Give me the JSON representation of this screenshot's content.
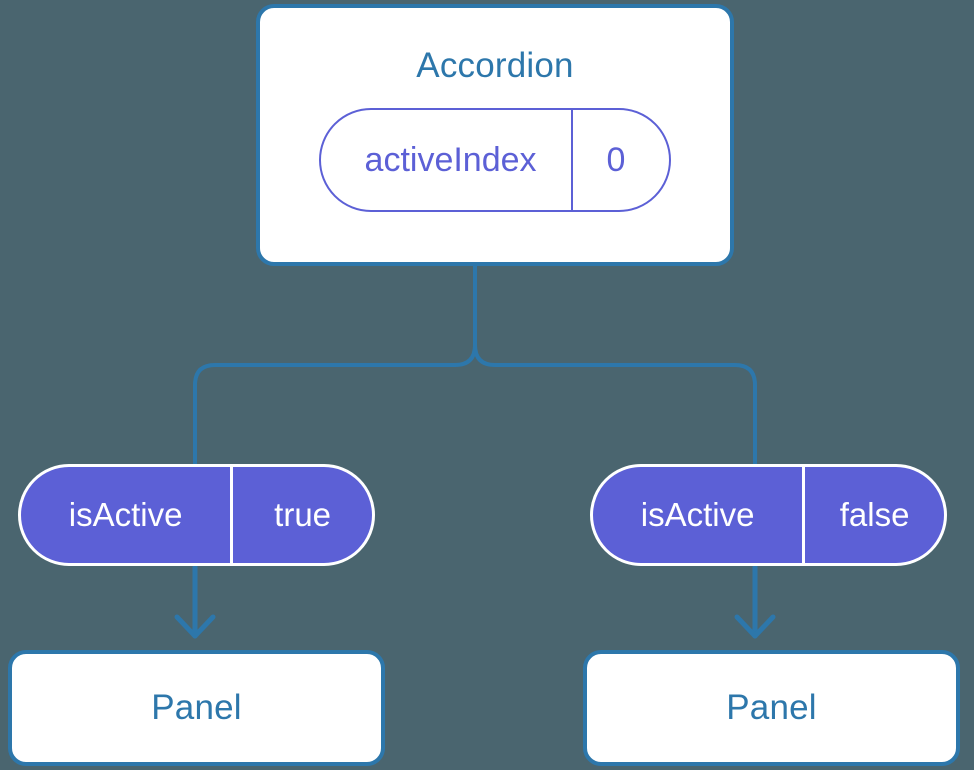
{
  "diagram": {
    "type": "component-state-tree",
    "background_color": "#4a656f",
    "accent_card_color": "#2d77ab",
    "accent_pill_color": "#5c60d6",
    "root": {
      "title": "Accordion",
      "prop": {
        "key": "activeIndex",
        "value": "0"
      }
    },
    "branches": [
      {
        "prop": {
          "key": "isActive",
          "value": "true"
        },
        "child": {
          "title": "Panel"
        }
      },
      {
        "prop": {
          "key": "isActive",
          "value": "false"
        },
        "child": {
          "title": "Panel"
        }
      }
    ]
  }
}
